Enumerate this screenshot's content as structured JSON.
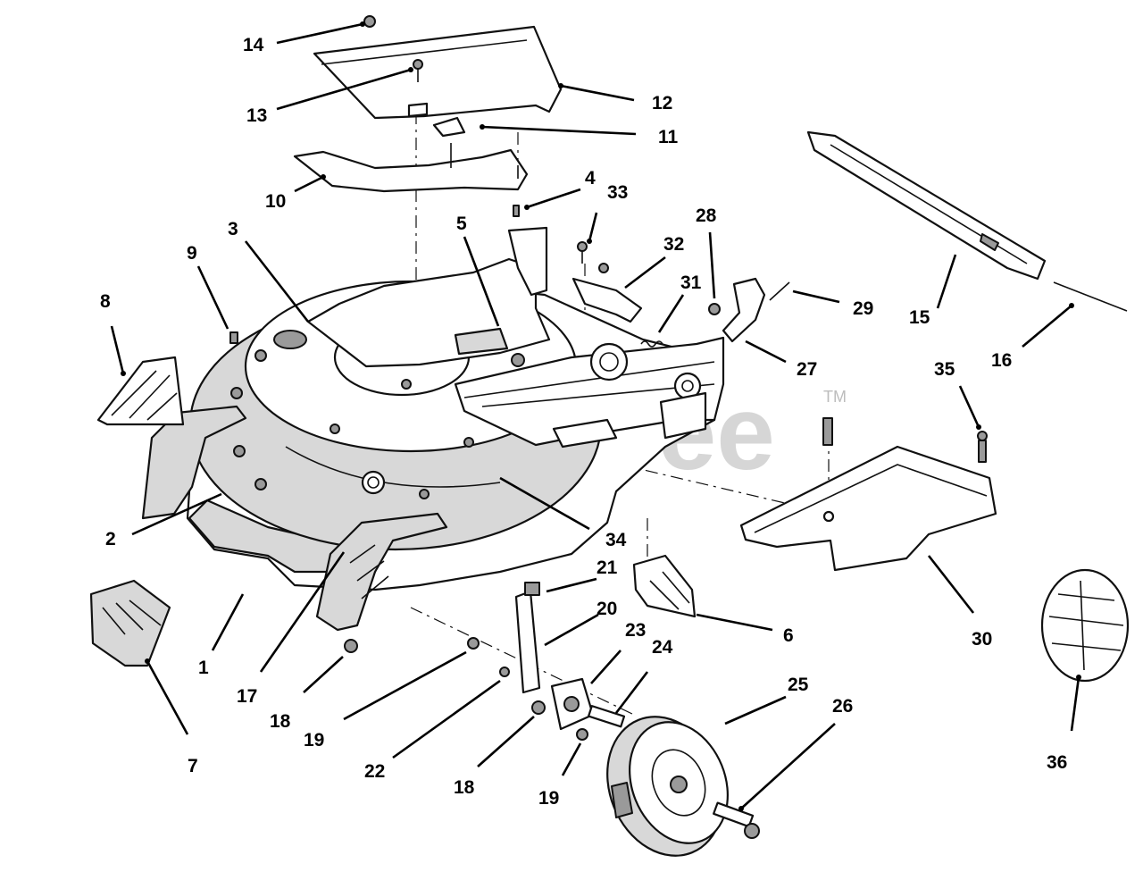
{
  "watermark": {
    "text": "PartsTree",
    "trademark": "TM"
  },
  "callouts": [
    {
      "label": "1"
    },
    {
      "label": "2"
    },
    {
      "label": "3"
    },
    {
      "label": "4"
    },
    {
      "label": "5"
    },
    {
      "label": "6"
    },
    {
      "label": "7"
    },
    {
      "label": "8"
    },
    {
      "label": "9"
    },
    {
      "label": "10"
    },
    {
      "label": "11"
    },
    {
      "label": "12"
    },
    {
      "label": "13"
    },
    {
      "label": "14"
    },
    {
      "label": "15"
    },
    {
      "label": "16"
    },
    {
      "label": "17"
    },
    {
      "label": "18"
    },
    {
      "label": "18"
    },
    {
      "label": "19"
    },
    {
      "label": "19"
    },
    {
      "label": "20"
    },
    {
      "label": "21"
    },
    {
      "label": "22"
    },
    {
      "label": "23"
    },
    {
      "label": "24"
    },
    {
      "label": "25"
    },
    {
      "label": "26"
    },
    {
      "label": "27"
    },
    {
      "label": "28"
    },
    {
      "label": "29"
    },
    {
      "label": "30"
    },
    {
      "label": "31"
    },
    {
      "label": "32"
    },
    {
      "label": "33"
    },
    {
      "label": "34"
    },
    {
      "label": "35"
    },
    {
      "label": "36"
    }
  ]
}
